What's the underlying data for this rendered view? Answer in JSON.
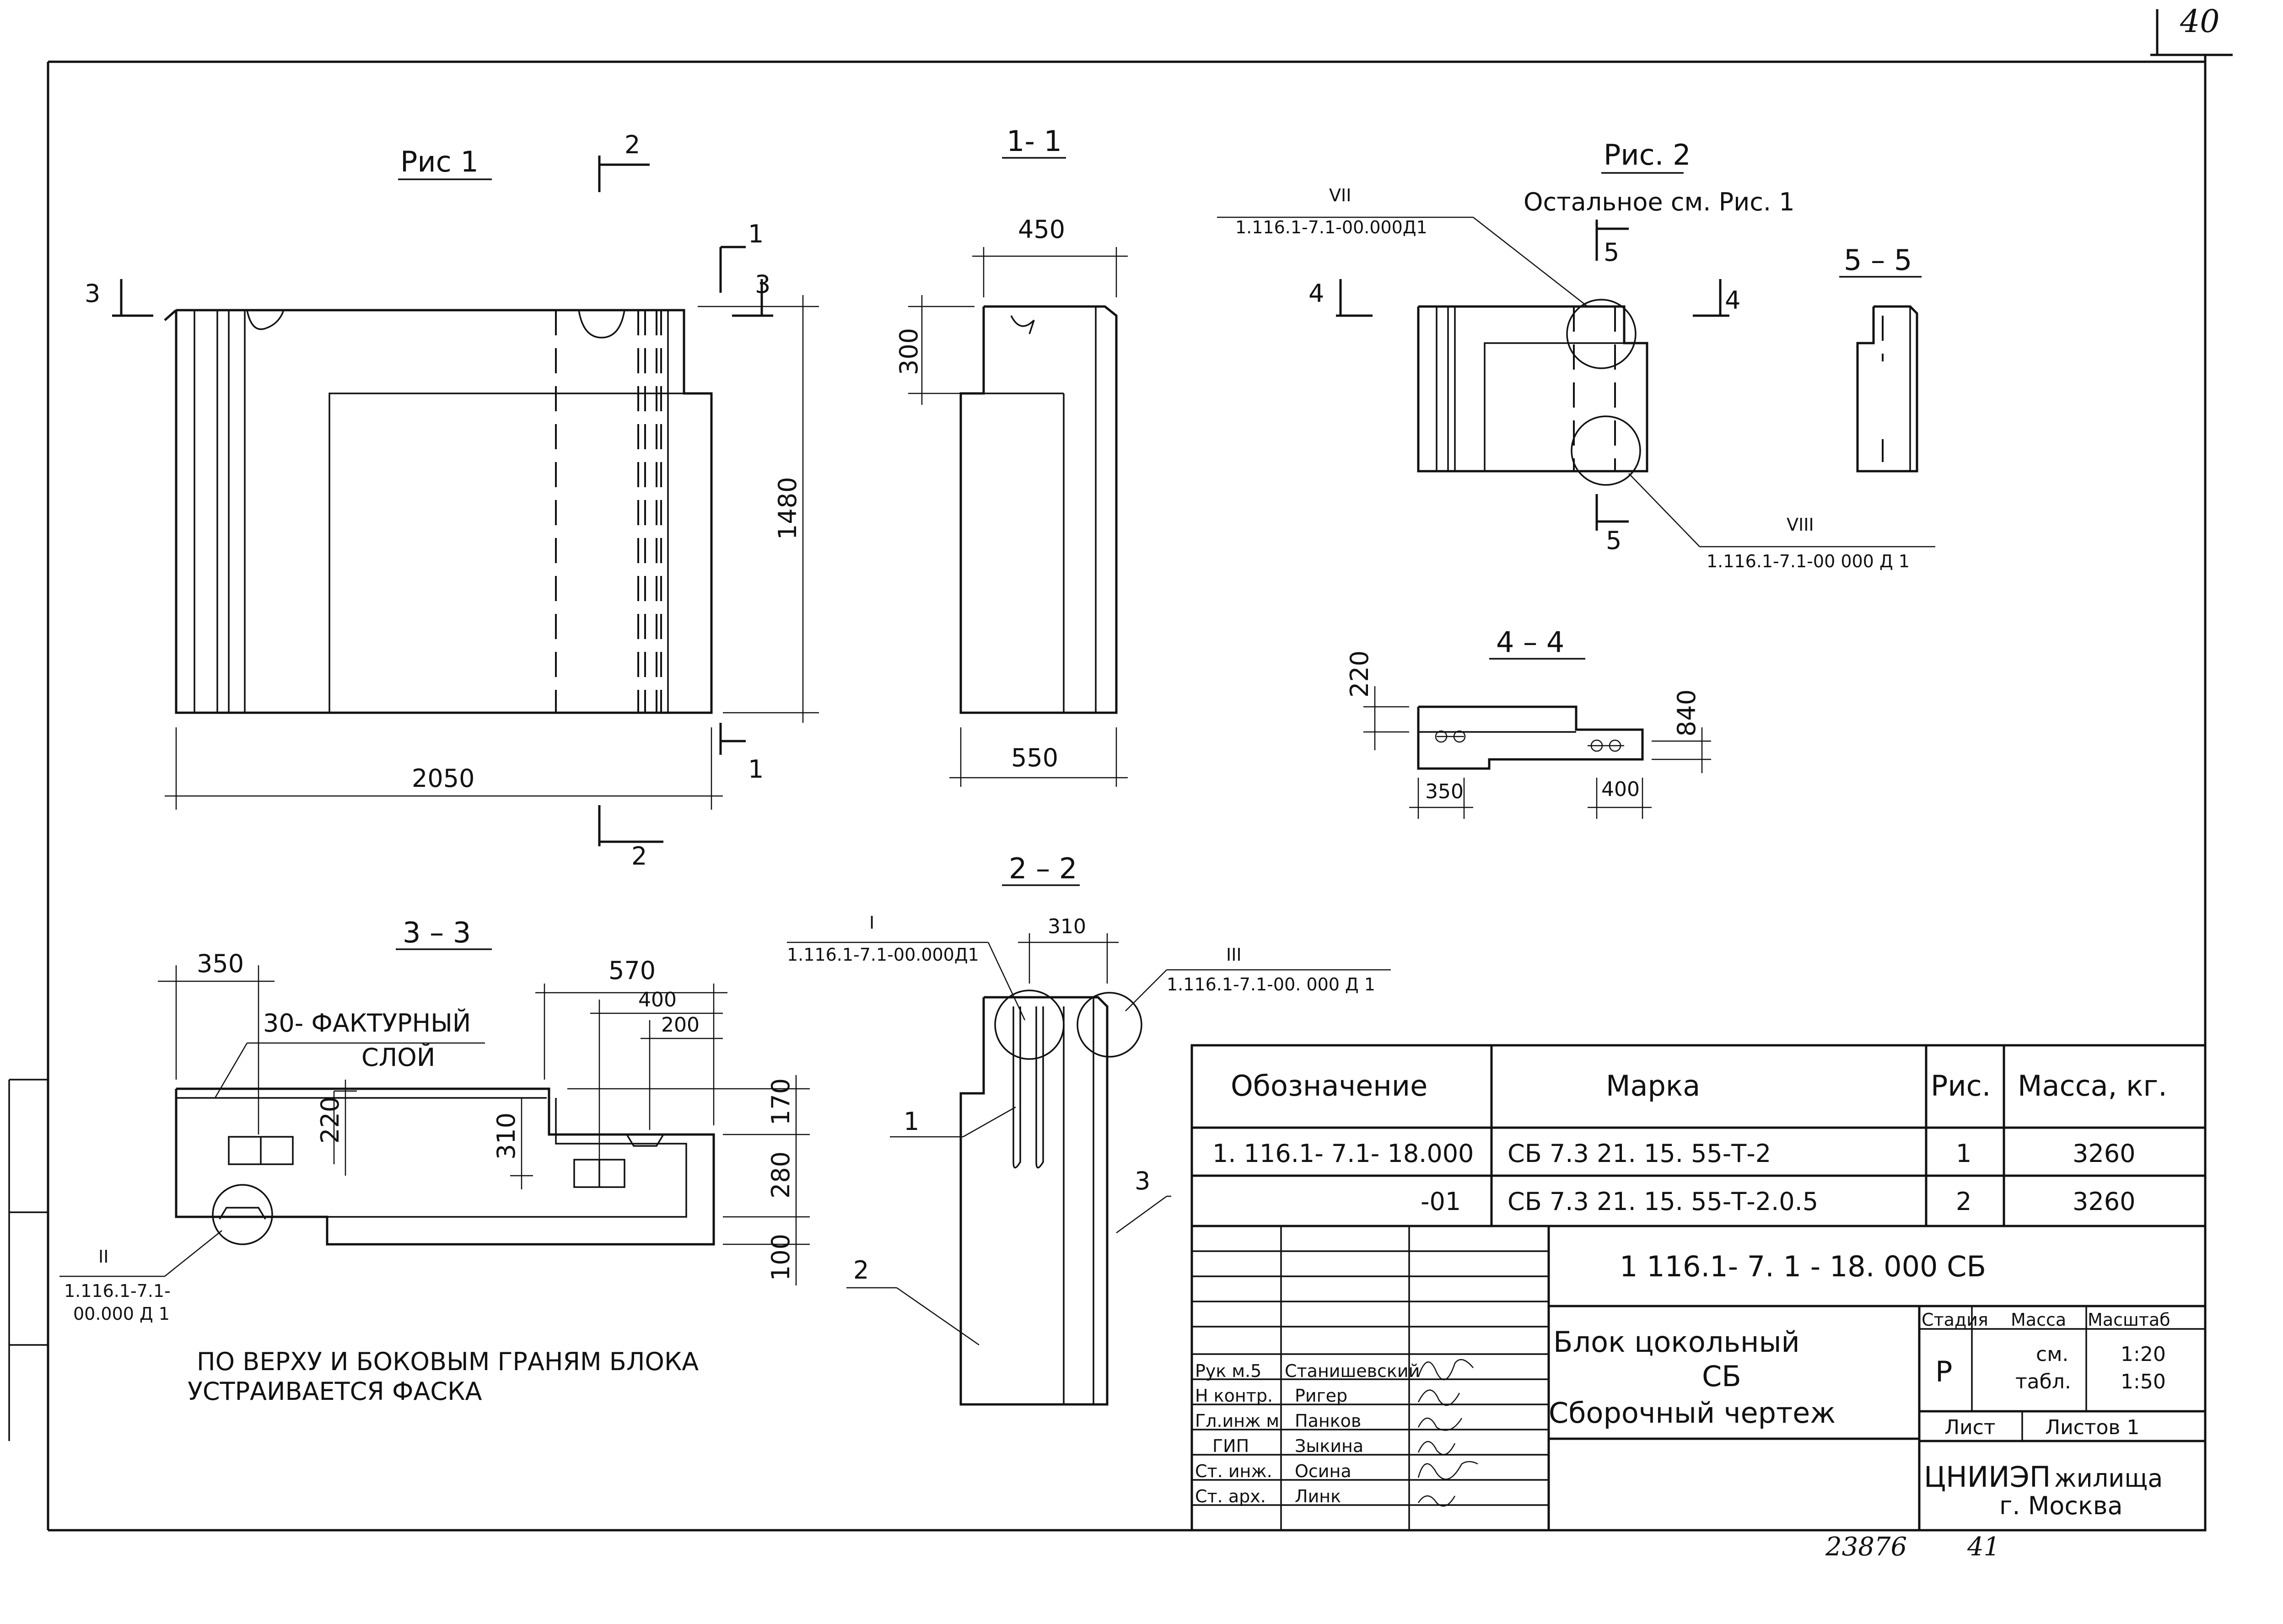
{
  "sheet": {
    "page_number": "40",
    "bottom_number": "23876",
    "bottom_page": "41"
  },
  "views": {
    "fig1": {
      "title": "Рис 1",
      "cut2_top": "2",
      "cut2_bottom": "2",
      "cut1_top": "1",
      "cut1_bottom": "1",
      "cut3_left": "3",
      "cut3_right": "3",
      "dim_width": "2050",
      "dim_height": "1480"
    },
    "section11": {
      "title": "1- 1",
      "dim_top": "450",
      "dim_left": "300",
      "dim_bottom": "550"
    },
    "fig2": {
      "title": "Рис. 2",
      "note": "Остальное   см. Рис. 1",
      "ref7_roman": "VII",
      "ref7_code": "1.116.1-7.1-00.000Д1",
      "ref8_roman": "VIII",
      "ref8_code": "1.116.1-7.1-00 000 Д 1",
      "cut5_top": "5",
      "cut5_bottom": "5",
      "cut4_left": "4",
      "cut4_right": "4"
    },
    "section55": {
      "title": "5 – 5"
    },
    "section44": {
      "title": "4 – 4",
      "dim_left": "220",
      "dim_right": "840",
      "dim_bottom_left": "350",
      "dim_bottom_right": "400"
    },
    "section33": {
      "title": "3 – 3",
      "dim_350": "350",
      "dim_570": "570",
      "dim_400": "400",
      "dim_200": "200",
      "dim_220": "220",
      "dim_310": "310",
      "dim_170": "170",
      "dim_280": "280",
      "dim_100": "100",
      "texture_note_1": "30- ФАКТУРНЫЙ",
      "texture_note_2": "СЛОЙ",
      "ref2_roman": "II",
      "ref2_code_1": "1.116.1-7.1-",
      "ref2_code_2": "00.000 Д 1"
    },
    "section22": {
      "title": "2 – 2",
      "dim_top": "310",
      "ref1_roman": "I",
      "ref1_code": "1.116.1-7.1-00.000Д1",
      "ref3_roman": "III",
      "ref3_code": "1.116.1-7.1-00. 000 Д 1",
      "pos1": "1",
      "pos2": "2",
      "pos3": "3"
    },
    "chamfer_note_1": "ПО  ВЕРХУ И БОКОВЫМ  ГРАНЯМ  БЛОКА",
    "chamfer_note_2": "УСТРАИВАЕТСЯ    ФАСКА"
  },
  "spec_table": {
    "headers": [
      "Обозначение",
      "Марка",
      "Рис.",
      "Масса, кг."
    ],
    "rows": [
      [
        "1. 116.1- 7.1- 18.000",
        "СБ 7.3   21. 15. 55-Т-2",
        "1",
        "3260"
      ],
      [
        "-01",
        "СБ 7.3  21. 15. 55-Т-2.0.5",
        "2",
        "3260"
      ]
    ]
  },
  "title_block": {
    "doc_code": "1  116.1- 7. 1  -  18. 000  СБ",
    "name_1": "Блок  цокольный",
    "name_2": "СБ",
    "name_3": "Сборочный  чертеж",
    "stage_header": "Стадия",
    "mass_header": "Масса",
    "scale_header": "Масштаб",
    "stage_value": "Р",
    "mass_value_1": "см.",
    "mass_value_2": "табл.",
    "scale_1": "1:20",
    "scale_2": "1:50",
    "sheet_label": "Лист",
    "sheets_label": "Листов 1",
    "org_1": "ЦНИИЭП",
    "org_2": "жилища",
    "org_3": "г. Москва",
    "staff": [
      [
        "Рук м.5",
        "Станишевский"
      ],
      [
        "Н контр.",
        "Ригер"
      ],
      [
        "Гл.инж м",
        "Панков"
      ],
      [
        "ГИП",
        "Зыкина"
      ],
      [
        "Ст. инж.",
        "Осина"
      ],
      [
        "Ст. арх.",
        "Линк"
      ]
    ]
  }
}
